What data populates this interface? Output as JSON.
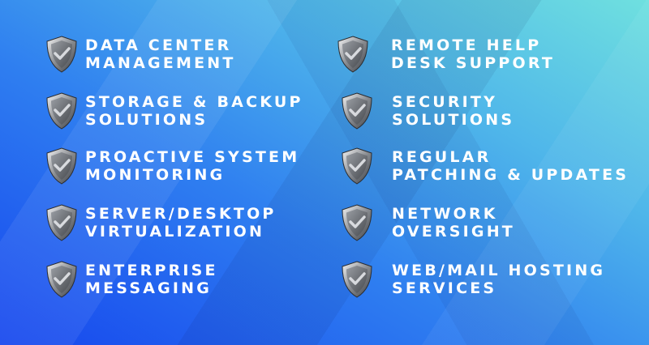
{
  "services": [
    {
      "line1": "DATA CENTER",
      "line2": "MANAGEMENT"
    },
    {
      "line1": "STORAGE & BACKUP",
      "line2": "SOLUTIONS"
    },
    {
      "line1": "PROACTIVE SYSTEM",
      "line2": "MONITORING"
    },
    {
      "line1": "SERVER/DESKTOP",
      "line2": "VIRTUALIZATION"
    },
    {
      "line1": "ENTERPRISE",
      "line2": "MESSAGING"
    },
    {
      "line1": "REMOTE HELP",
      "line2": "DESK SUPPORT"
    },
    {
      "line1": "SECURITY",
      "line2": "SOLUTIONS"
    },
    {
      "line1": "REGULAR",
      "line2": "PATCHING & UPDATES"
    },
    {
      "line1": "NETWORK",
      "line2": "OVERSIGHT"
    },
    {
      "line1": "WEB/MAIL HOSTING",
      "line2": "SERVICES"
    }
  ],
  "icon": "shield-check-icon"
}
